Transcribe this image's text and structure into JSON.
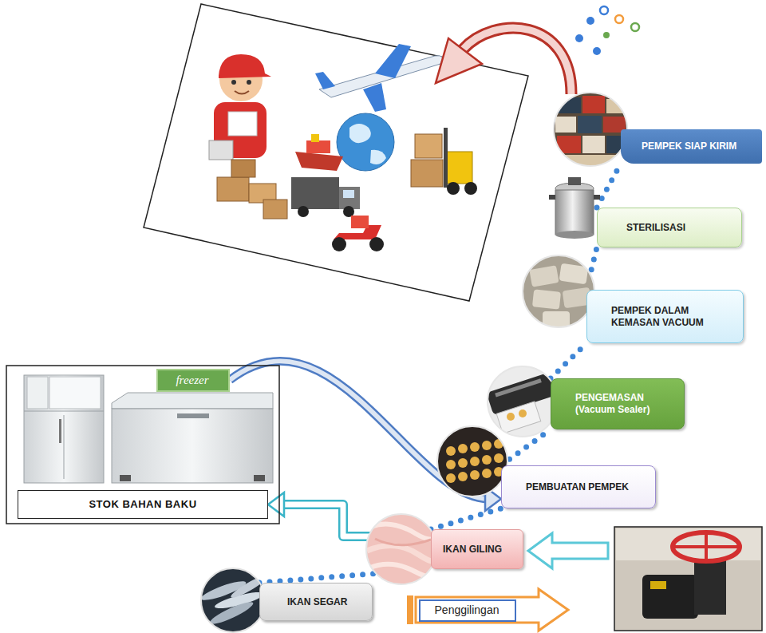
{
  "diagram": {
    "nodes": [
      {
        "text": [
          "IKAN SEGAR"
        ]
      },
      {
        "text": [
          "Penggilingan"
        ]
      },
      {
        "text": [
          "IKAN GILING"
        ]
      },
      {
        "text": [
          "freezer"
        ]
      },
      {
        "text": [
          "STOK BAHAN BAKU"
        ]
      },
      {
        "text": [
          "PEMBUATAN PEMPEK"
        ]
      },
      {
        "text": [
          "PENGEMASAN (Vacuum Sealer)"
        ]
      },
      {
        "text": [
          "PEMPEK DALAM KEMASAN VACUUM"
        ]
      },
      {
        "text": [
          "STERILISASI"
        ]
      },
      {
        "text": [
          "PEMPEK SIAP KIRIM"
        ]
      }
    ],
    "edges": [
      {
        "from": 0,
        "to": 2,
        "arrow": "none"
      },
      {
        "from": 2,
        "to": 4,
        "arrow": "to"
      },
      {
        "from": 3,
        "to": 5,
        "arrow": "to"
      },
      {
        "from": 2,
        "to": 5,
        "arrow": "none"
      },
      {
        "from": 5,
        "to": 6,
        "arrow": "none"
      },
      {
        "from": 6,
        "to": 7,
        "arrow": "none"
      },
      {
        "from": 7,
        "to": 8,
        "arrow": "none"
      },
      {
        "from": 8,
        "to": 9,
        "arrow": "none"
      }
    ]
  }
}
